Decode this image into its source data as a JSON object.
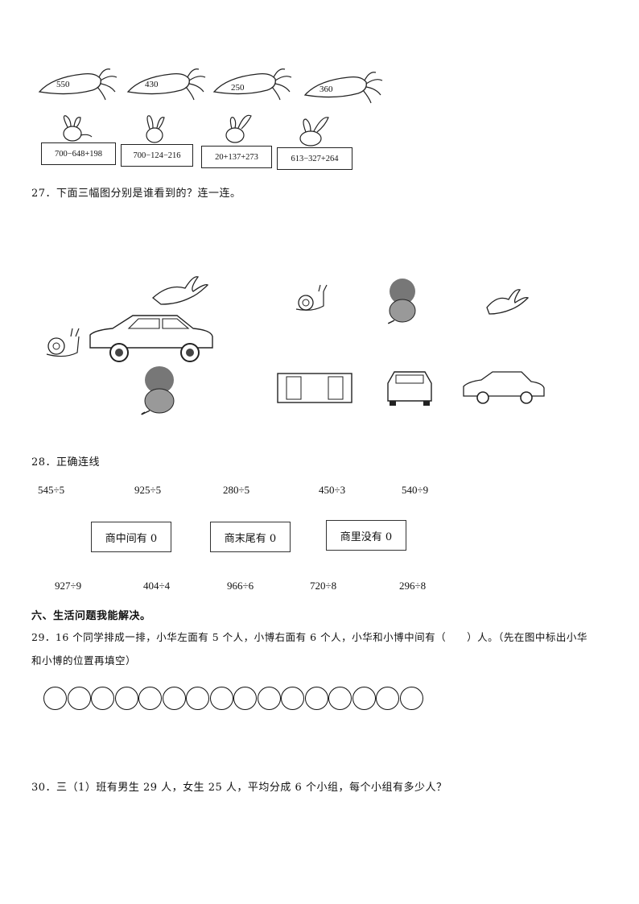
{
  "carrots": [
    "550",
    "430",
    "250",
    "360"
  ],
  "rabbit_expressions": [
    "700−648+198",
    "700−124−216",
    "20+137+273",
    "613−327+264"
  ],
  "q27": {
    "text": "27．下面三幅图分别是谁看到的？连一连。"
  },
  "q28": {
    "text": "28．正确连线",
    "top_row": [
      "545÷5",
      "925÷5",
      "280÷5",
      "450÷3",
      "540÷9"
    ],
    "boxes": [
      "商中间有 0",
      "商末尾有 0",
      "商里没有 0"
    ],
    "bottom_row": [
      "927÷9",
      "404÷4",
      "966÷6",
      "720÷8",
      "296÷8"
    ]
  },
  "section6": {
    "title": "六、生活问题我能解决。"
  },
  "q29": {
    "line1": "29．16 个同学排成一排，小华左面有 5 个人，小博右面有 6 个人，小华和小博中间有（　　）人。（先在图中标出小华",
    "line2": "和小博的位置再填空）",
    "circle_count": 16
  },
  "q30": {
    "text": "30．三（1）班有男生 29 人，女生 25 人，平均分成 6 个小组，每个小组有多少人？"
  }
}
